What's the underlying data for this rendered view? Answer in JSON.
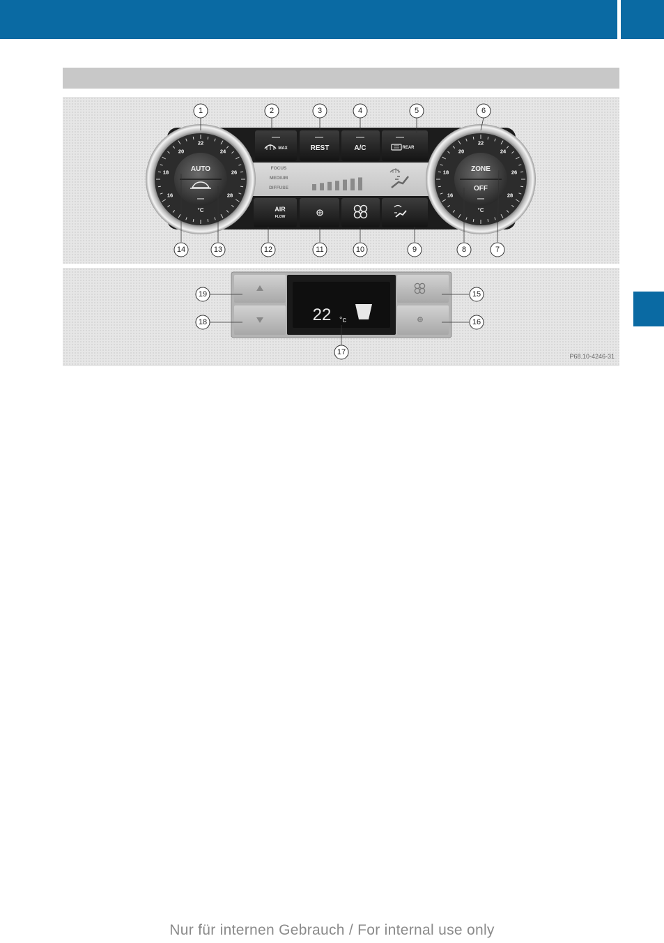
{
  "colors": {
    "accent": "#0a6aa3",
    "section_bar": "#c8c8c8",
    "panel_bg": "#e6e6e6",
    "footer_text": "#8a8a8a"
  },
  "figure": {
    "top_panel": {
      "left_dial": {
        "center_label": "AUTO",
        "unit": "°C",
        "scale": [
          "20",
          "22",
          "24",
          "26",
          "28",
          "18",
          "16"
        ]
      },
      "right_dial": {
        "top_label": "ZONE",
        "center_label": "OFF",
        "unit": "°C",
        "scale": [
          "20",
          "22",
          "24",
          "26",
          "28",
          "18",
          "16"
        ]
      },
      "buttons_top": [
        {
          "icon": "defrost-max-icon",
          "text": "MAX"
        },
        {
          "text": "REST"
        },
        {
          "text": "A/C"
        },
        {
          "icon": "rear-defrost-icon",
          "text": "REAR"
        }
      ],
      "display": {
        "modes": [
          "FOCUS",
          "MEDIUM",
          "DIFFUSE"
        ],
        "blower_level_bars": 7
      },
      "buttons_bottom": [
        {
          "text": "AIR",
          "subtext": "FLOW"
        },
        {
          "icon": "fan-low-icon"
        },
        {
          "icon": "fan-high-icon"
        },
        {
          "icon": "air-distribution-icon"
        }
      ],
      "callouts_top": [
        "1",
        "2",
        "3",
        "4",
        "5",
        "6"
      ],
      "callouts_bottom": [
        "14",
        "13",
        "12",
        "11",
        "10",
        "9",
        "8",
        "7"
      ]
    },
    "bottom_panel": {
      "display_temperature": "22",
      "display_unit": "°c",
      "callouts": [
        "19",
        "18",
        "17",
        "15",
        "16"
      ],
      "up_icon": "triangle-up-icon",
      "down_icon": "triangle-down-icon",
      "fan_high_icon": "fan-high-icon",
      "fan_low_icon": "fan-low-icon"
    },
    "code": "P68.10-4246-31"
  },
  "footer": {
    "text": "Nur für internen Gebrauch / For internal use only"
  }
}
